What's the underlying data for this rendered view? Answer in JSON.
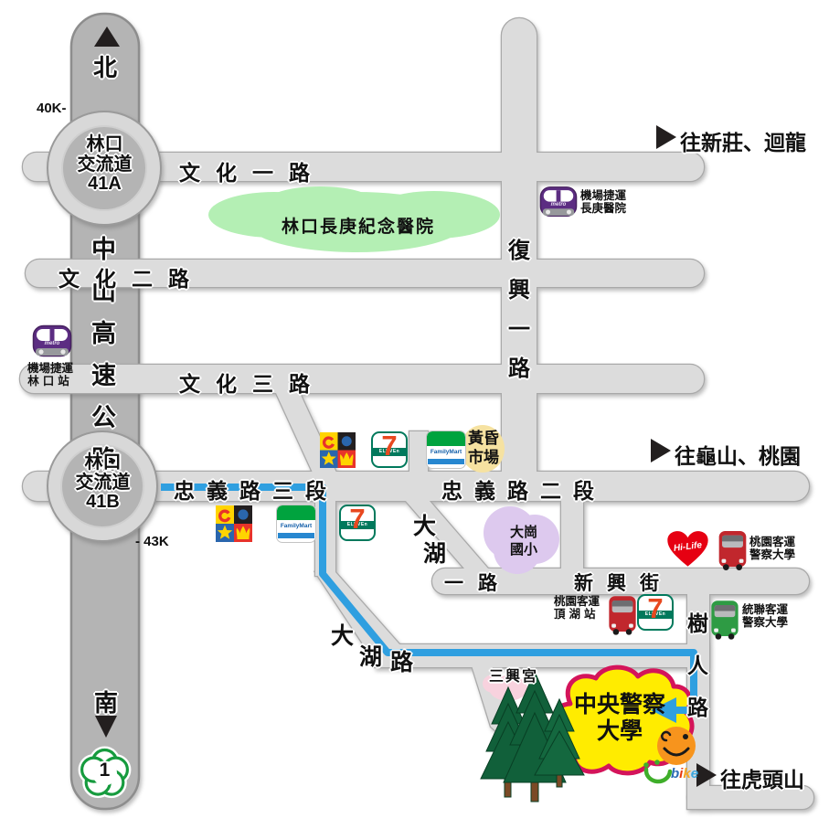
{
  "compass": {
    "north": "北",
    "south": "南"
  },
  "highway": {
    "vertical_name": [
      "中",
      "山",
      "高",
      "速",
      "公",
      "路"
    ],
    "shield_number": "1",
    "marker_north": "40K-",
    "marker_south": "- 43K",
    "interchange_41a": [
      "林口",
      "交流道",
      "41A"
    ],
    "interchange_41b": [
      "林口",
      "交流道",
      "41B"
    ]
  },
  "roads": {
    "wenhua_1": "文化一路",
    "wenhua_2": "文化二路",
    "wenhua_3": "文化三路",
    "zhongyi_3": "忠義路三段",
    "zhongyi_2": "忠義路二段",
    "fuxing_1": [
      "復",
      "興",
      "一",
      "路"
    ],
    "dahu_1_chars": [
      "大",
      "湖"
    ],
    "dahu_1_suffix": "一路",
    "xinxing": "新興街",
    "shuren": [
      "樹",
      "人",
      "路"
    ],
    "dahu": [
      "大",
      "湖",
      "路"
    ]
  },
  "directions": {
    "xinzhuang_huilong": "往新莊、迴龍",
    "guishan_taoyuan": "往龜山、桃園",
    "hutoushan": "往虎頭山"
  },
  "landmarks": {
    "hospital": "林口長庚紀念醫院",
    "elementary_school": [
      "大崗",
      "國小"
    ],
    "dusk_market": [
      "黃昏",
      "市場"
    ],
    "temple": "三興宮",
    "university": [
      "中央警察",
      "大學"
    ]
  },
  "transit": {
    "mrt_linkou": [
      "機場捷運",
      "林口站"
    ],
    "mrt_changgung": [
      "機場捷運",
      "長庚醫院"
    ],
    "metro_wordmark": "metro",
    "bus_taoyuan_university": [
      "桃園客運",
      "警察大學"
    ],
    "bus_taoyuan_dinghu": [
      "桃園客運",
      "頂湖站"
    ],
    "bus_ubus_university": [
      "統聯客運",
      "警察大學"
    ]
  },
  "brands": {
    "seven_numeral": "7",
    "seven_wordmark": "ELEVEn",
    "familymart_wordmark": "FamilyMart",
    "hilife_wordmark": "Hi-Life",
    "ubike_letters": [
      "b",
      "i",
      "k",
      "e"
    ]
  },
  "colors": {
    "route_blue": "#2f9fe0",
    "road_gray": "#dcdcdc",
    "highway_gray": "#b4b4b4",
    "university_fill": "#ffec00",
    "university_border": "#d4145a",
    "hospital_green": "#b4efb4",
    "school_purple": "#ddc9ee",
    "market_yellow": "#f6e2a1",
    "temple_pink": "#f8d2de"
  }
}
